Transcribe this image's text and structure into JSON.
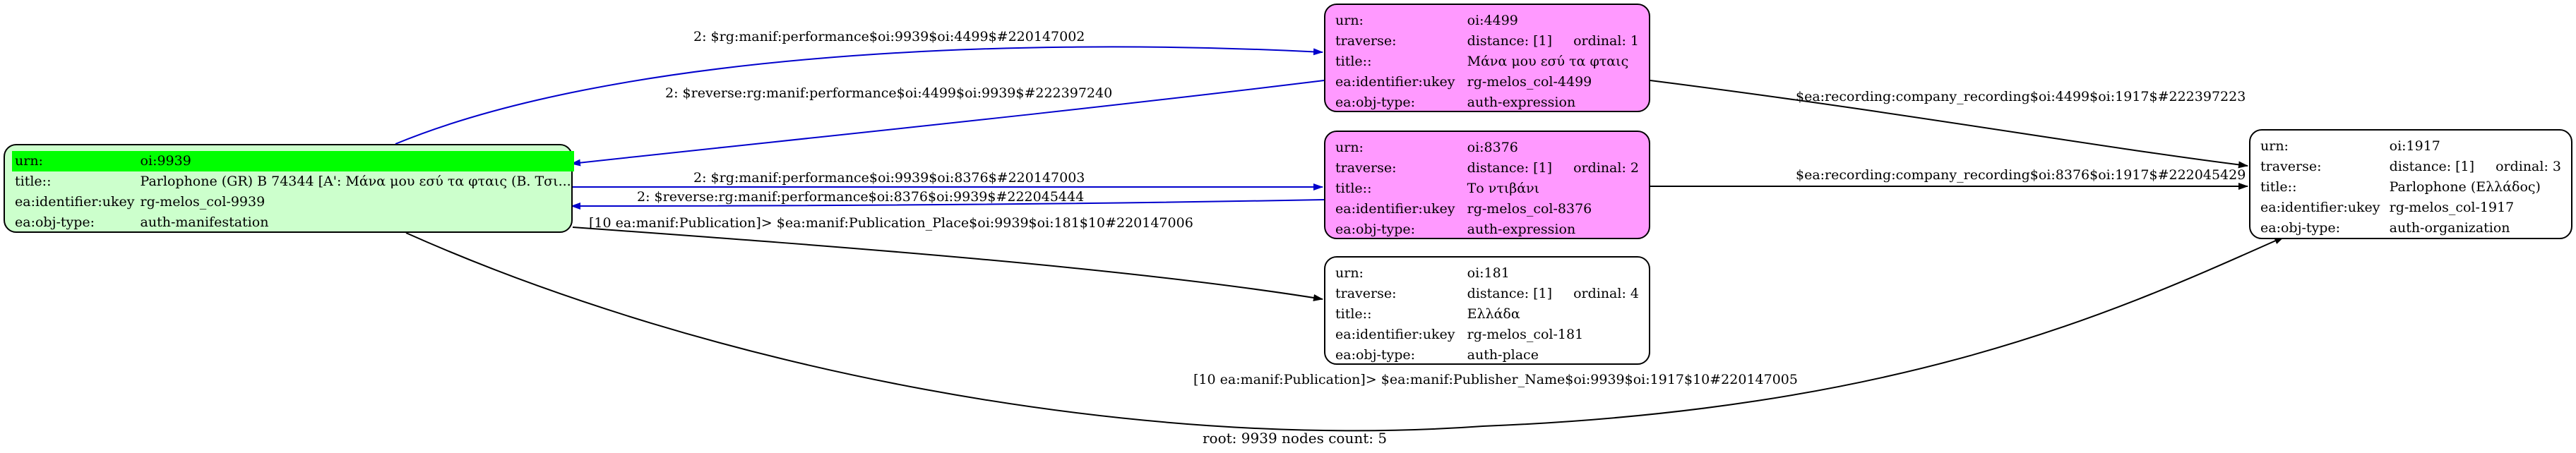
{
  "nodes": {
    "root": {
      "fill": "#ccffcc",
      "urn": "oi:9939",
      "title": "Parlophone (GR) B 74344 [A': Μάνα μου εσύ τα φταις (B. Τσι...",
      "identifier": "rg-melos_col-9939",
      "objtype": "auth-manifestation"
    },
    "n4499": {
      "fill": "#ff99ff",
      "urn": "oi:4499",
      "traverse": "distance: [1]",
      "ordinal": "ordinal: 1",
      "title": "Μάνα μου εσύ τα φταις",
      "identifier": "rg-melos_col-4499",
      "objtype": "auth-expression"
    },
    "n8376": {
      "fill": "#ff99ff",
      "urn": "oi:8376",
      "traverse": "distance: [1]",
      "ordinal": "ordinal: 2",
      "title": "Το ντιβάνι",
      "identifier": "rg-melos_col-8376",
      "objtype": "auth-expression"
    },
    "n181": {
      "fill": "#ffffff",
      "urn": "oi:181",
      "traverse": "distance: [1]",
      "ordinal": "ordinal: 4",
      "title": "Ελλάδα",
      "identifier": "rg-melos_col-181",
      "objtype": "auth-place"
    },
    "n1917": {
      "fill": "#ffffff",
      "urn": "oi:1917",
      "traverse": "distance: [1]",
      "ordinal": "ordinal: 3",
      "title": "Parlophone (Ελλάδος)",
      "identifier": "rg-melos_col-1917",
      "objtype": "auth-organization"
    }
  },
  "keys": {
    "urn": "urn:",
    "traverse": "traverse:",
    "title": "title::",
    "identifier": "ea:identifier:ukey",
    "objtype": "ea:obj-type:"
  },
  "edges": {
    "e1": "2: $rg:manif:performance$oi:9939$oi:4499$#220147002",
    "e2": "2: $reverse:rg:manif:performance$oi:4499$oi:9939$#222397240",
    "e3": "2: $rg:manif:performance$oi:9939$oi:8376$#220147003",
    "e4": "2: $reverse:rg:manif:performance$oi:8376$oi:9939$#222045444",
    "e5": "[10 ea:manif:Publication]> $ea:manif:Publication_Place$oi:9939$oi:181$10#220147006",
    "e6": "$ea:recording:company_recording$oi:4499$oi:1917$#222397223",
    "e7": "$ea:recording:company_recording$oi:8376$oi:1917$#222045429",
    "e8": "[10 ea:manif:Publication]> $ea:manif:Publisher_Name$oi:9939$oi:1917$10#220147005"
  },
  "colors": {
    "blue_edge": "#0000cc",
    "black_edge": "#000000",
    "highlight": "#00ff00"
  },
  "footer": "root: 9939 nodes count: 5"
}
